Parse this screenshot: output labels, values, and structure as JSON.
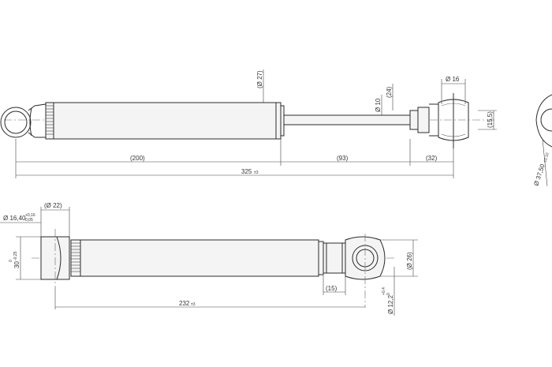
{
  "drawing": {
    "top_view": {
      "dimensions": {
        "body_diameter": "(Ø 27)",
        "rod_diameter": "Ø 10",
        "bracket_depth": "(24)",
        "eye_pin_diameter": "Ø 16",
        "eye_height": "(15,5)",
        "body_length": "(200)",
        "rod_length": "(93)",
        "eye_offset": "(32)",
        "total_length": "325",
        "total_length_tol": "±3",
        "side_view_radius": "Ø 37,50",
        "side_view_radius_tol": "±0,10"
      }
    },
    "bottom_view": {
      "dimensions": {
        "end_eye_bore": "Ø 16,40",
        "end_eye_bore_tol_upper": "+0,16",
        "end_eye_bore_tol_lower": "0,05",
        "end_eye_width": "(Ø 22)",
        "end_eye_length": "30",
        "end_eye_length_tol_upper": "0",
        "end_eye_length_tol_lower": "-0,25",
        "cap_length": "(15)",
        "eye_outer_diameter": "(Ø 26)",
        "eye_bore": "Ø 12,2",
        "eye_bore_tol_upper": "+0,4",
        "eye_bore_tol_lower": "0",
        "total_length": "232",
        "total_length_tol": "±3"
      }
    }
  }
}
